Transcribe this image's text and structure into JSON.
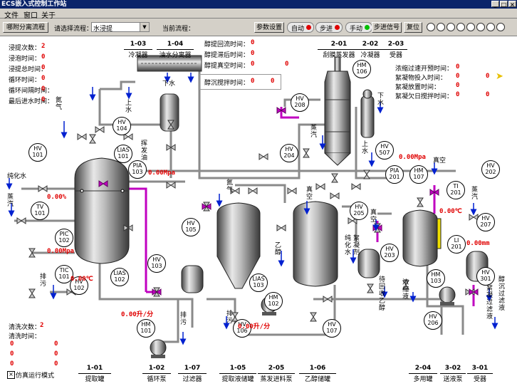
{
  "app": {
    "title": "ECS嵌入式控制工作站"
  },
  "menu": {
    "items": [
      "文件",
      "窗口",
      "关于"
    ]
  },
  "toolbar": {
    "process_btn": "哪附分离流程",
    "select_label": "请选择流程：",
    "select_value": "水浸提",
    "current_label": "当前流程：",
    "param_btn": "参数设置",
    "auto_label": "自动",
    "step_label": "步进",
    "manual_label": "手动",
    "step_signal_btn": "步进信号",
    "reset_btn": "复位"
  },
  "left_params": [
    {
      "label": "浸提次数：",
      "value": "2"
    },
    {
      "label": "浸泡时间：",
      "value": "0"
    },
    {
      "label": "浸提总时间：",
      "value": "0"
    },
    {
      "label": "循环时间：",
      "value": "0"
    },
    {
      "label": "循环间隔时间：",
      "value": "0"
    },
    {
      "label": "最后进水时间：",
      "value": "0"
    }
  ],
  "center_params": [
    {
      "label": "醇提回流时间：",
      "value": "0"
    },
    {
      "label": "醇提滞后时间：",
      "value": "0"
    },
    {
      "label": "醇提真空时间：",
      "value": "0",
      "value2": "0"
    }
  ],
  "alcohol_stir": {
    "label": "醇沉搅拌时间：",
    "value": "0",
    "value2": "0"
  },
  "right_params": [
    {
      "label": "浓缩过速开预时间：",
      "value": "0"
    },
    {
      "label": "絮凝物投入时间：",
      "value": "0",
      "value2": "0"
    },
    {
      "label": "絮凝放置时间：",
      "value": "0"
    },
    {
      "label": "絮凝欠日搅拌时间：",
      "value": "0",
      "value2": "0"
    }
  ],
  "wash": {
    "count_label": "清洗次数：",
    "count": "2",
    "time_label": "清洗时间：",
    "values": [
      "0",
      "0",
      "0",
      "0",
      "0",
      "0"
    ]
  },
  "sim": {
    "label": "仿真运行模式"
  },
  "top_codes": [
    {
      "code": "1-03",
      "name": "冷凝器"
    },
    {
      "code": "1-04",
      "name": "油水分离器"
    },
    {
      "code": "2-01",
      "name": "刮膜蒸发器"
    },
    {
      "code": "2-02",
      "name": "冷凝器"
    },
    {
      "code": "2-03",
      "name": "受器"
    }
  ],
  "bottom_codes": [
    {
      "code": "1-01",
      "name": "提取罐"
    },
    {
      "code": "1-02",
      "name": "循环泵"
    },
    {
      "code": "1-07",
      "name": "过滤器"
    },
    {
      "code": "1-05",
      "name": "提取液储罐"
    },
    {
      "code": "2-05",
      "name": "蒸发进料泵"
    },
    {
      "code": "1-06",
      "name": "乙醇储罐"
    },
    {
      "code": "2-04",
      "name": "多用罐"
    },
    {
      "code": "3-02",
      "name": "送液泵"
    },
    {
      "code": "3-01",
      "name": "受器"
    }
  ],
  "tags": {
    "hv101": "HV\n101",
    "tv101": "TV\n101",
    "pic102": "PIC\n102",
    "tic101": "TIC\n101",
    "hv102": "HV\n102",
    "hv104": "HV\n104",
    "lias101": "LIAS\n101",
    "pia103": "PIA\n103",
    "hv105": "HV\n105",
    "hv103": "HV\n103",
    "lias102": "LIAS\n102",
    "hm101": "HM\n101",
    "lias103": "LIAS\n103",
    "hm102": "HM\n102",
    "hv106": "HV\n106",
    "hv107": "HV\n107",
    "hv208": "HV\n208",
    "hv204": "HV\n204",
    "hm106": "HM\n106",
    "hv507": "HV\n507",
    "hv205": "HV\n205",
    "hv203": "HV\n203",
    "pia201": "PIA\n201",
    "hm107": "HM\n107",
    "hv202": "HV\n202",
    "ti201": "TI\n201",
    "hv207": "HV\n207",
    "li201": "LI\n201",
    "hm103": "HM\n103",
    "hv206": "HV\n206",
    "hv301": "HV\n301"
  },
  "readings": {
    "pure_water_pct": "0.00%",
    "pressure_103": "0.00Mpa",
    "pressure_102": "0.00Mpa",
    "temp_101": "0.00℃",
    "flow_102": "0.00升/分",
    "flow_103": "0.00升/分",
    "pressure_201": "0.00Mpa",
    "temp_201": "0.00℃",
    "level_201": "0.00mm"
  },
  "stream_labels": {
    "pure_water": "纯化水",
    "steam_l": "蒸\n汽",
    "nitrogen": "氮\n气",
    "water_up": "上\n水",
    "water_down": "下水",
    "volatile_oil": "挥\n发\n油",
    "drain_l": "排\n污",
    "drain_m": "排\n污",
    "drain_b": "排\n污",
    "nitrogen2": "氮\n气",
    "vacuum1": "真\n空",
    "ethanol": "乙\n醇",
    "steam_m": "蒸\n汽",
    "water_up2": "上\n水",
    "water_down2": "下\n水",
    "vacuum2": "真\n空",
    "pure_fl": "纯\n化\n水",
    "flocc": "絮\n凝\n剂",
    "pending_eth": "待\n回\n收\n乙\n醇",
    "concentrate": "浓\n缩\n液",
    "vacuum3": "真空",
    "steam_r": "蒸\n汽",
    "filter_liq": "醇\n沉\n过\n滤\n液",
    "flocc_liq": "絮\n凝\n过\n滤\n液"
  }
}
